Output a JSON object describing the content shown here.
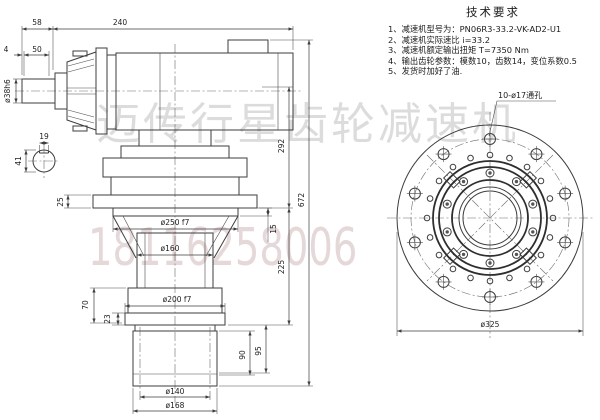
{
  "drawing": {
    "tech_requirements": {
      "title": "技术要求",
      "items": [
        "1、减速机型号为：PN06R3-33.2-VK-AD2-U1",
        "2、减速机实际速比 i=33.2",
        "3、减速机额定输出扭矩 T=7350 Nm",
        "4、输出齿轮参数：模数10，齿数14，变位系数0.5",
        "5、发货时加好了油."
      ]
    },
    "watermark": {
      "brand": "迈传行星齿轮减速机",
      "phone": "18116258006",
      "brand_color": "#c7c7c7",
      "phone_color": "#d8c4c4"
    },
    "side_view": {
      "dim_58": "58",
      "dim_240": "240",
      "dim_4": "4",
      "dim_50": "50",
      "dim_shaft": "ø38h6",
      "dim_key_width": "19",
      "dim_key_height": "41",
      "dim_25": "25",
      "dim_flange_pilot": "ø250 f7",
      "dim_body": "ø160",
      "dim_15": "15",
      "dim_292": "292",
      "dim_225": "225",
      "dim_672": "672",
      "dim_70": "70",
      "dim_23": "23",
      "dim_output_pilot": "ø200 f7",
      "dim_90": "90",
      "dim_95": "95",
      "dim_140": "ø140",
      "dim_168": "ø168"
    },
    "front_view": {
      "holes_note": "10-ø17通孔",
      "dim_325": "ø325"
    }
  }
}
